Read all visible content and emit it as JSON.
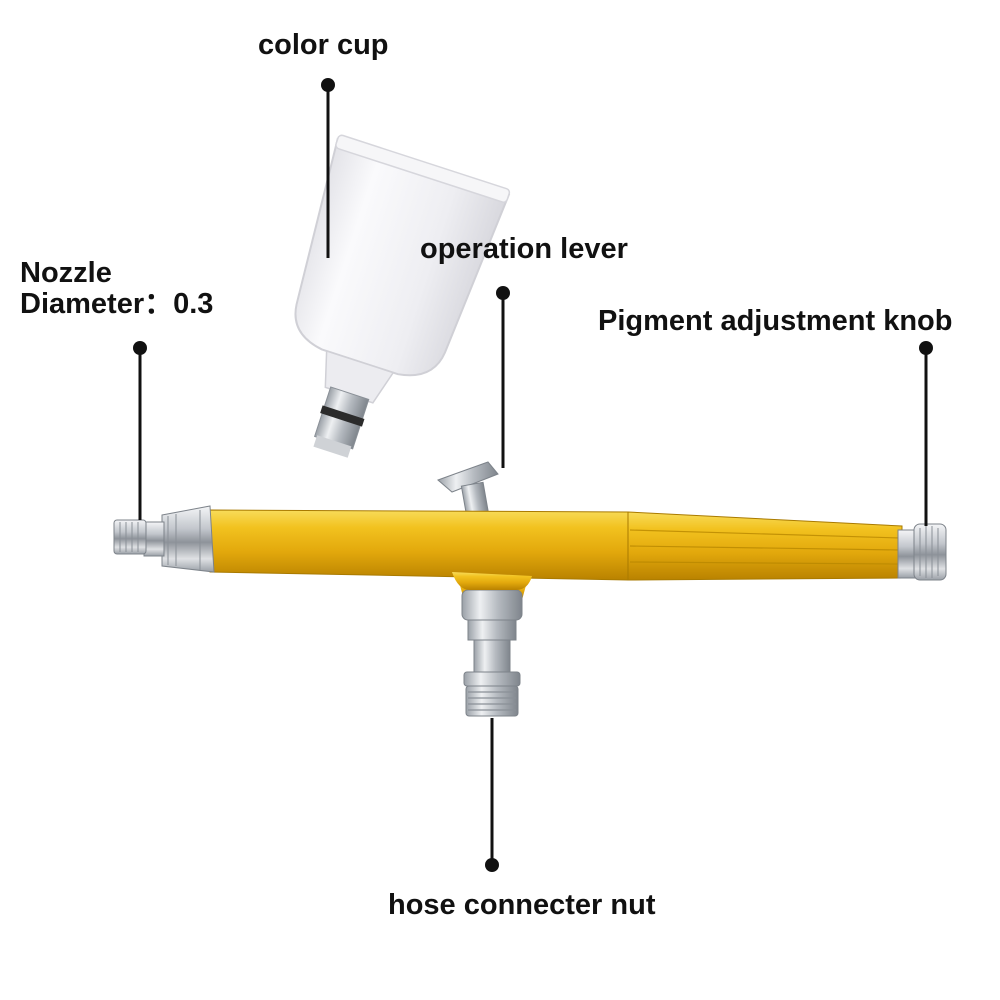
{
  "labels": {
    "color_cup": "color cup",
    "nozzle_line1": "Nozzle",
    "nozzle_line2": "Diameter：0.3",
    "operation_lever": "operation lever",
    "pigment_knob": "Pigment adjustment knob",
    "hose_nut": "hose connecter nut"
  },
  "colors": {
    "background": "#ffffff",
    "label_text": "#111111",
    "leader_line": "#111111",
    "body_gold": "#e8b415",
    "cup_white": "#f2f2f4",
    "chrome": "#c9ccd1"
  }
}
